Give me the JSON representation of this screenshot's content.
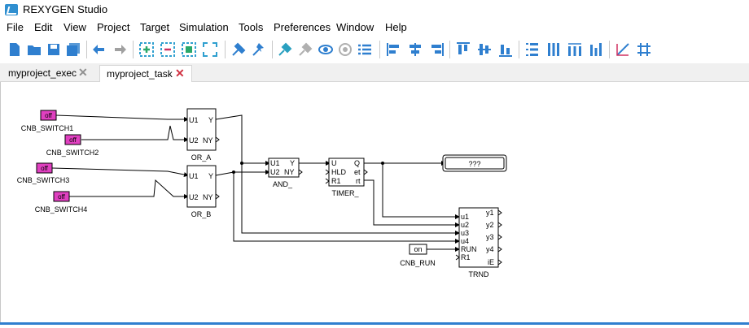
{
  "window": {
    "title": "REXYGEN Studio"
  },
  "menu": [
    "File",
    "Edit",
    "View",
    "Project",
    "Target",
    "Simulation",
    "Tools",
    "Preferences",
    "Window",
    "Help"
  ],
  "tabs": [
    {
      "label": "myproject_exec",
      "active": false
    },
    {
      "label": "myproject_task",
      "active": true
    }
  ],
  "toolbar_icons": [
    "new-icon",
    "open-icon",
    "save-icon",
    "save-all-icon",
    "undo-icon",
    "redo-icon",
    "zoom-in-icon",
    "zoom-out-icon",
    "zoom-fit-icon",
    "fullscreen-icon",
    "compile-icon",
    "download-icon",
    "connect-icon",
    "disconnect-icon",
    "watch-icon",
    "diagnostics-icon",
    "list-icon",
    "align-left-icon",
    "align-center-icon",
    "align-right-icon",
    "align-top-icon",
    "align-middle-icon",
    "align-bottom-icon",
    "distribute-h-icon",
    "distribute-v-icon",
    "space-h-icon",
    "space-v-icon",
    "route-icon",
    "grid-icon"
  ],
  "diagram": {
    "inputs": [
      {
        "value": "off",
        "name": "CNB_SWITCH1"
      },
      {
        "value": "off",
        "name": "CNB_SWITCH2"
      },
      {
        "value": "off",
        "name": "CNB_SWITCH3"
      },
      {
        "value": "off",
        "name": "CNB_SWITCH4"
      },
      {
        "value": "on",
        "name": "CNB_RUN"
      }
    ],
    "blocks": {
      "or_a": {
        "name": "OR_A",
        "in": [
          "U1",
          "U2"
        ],
        "out": [
          "Y",
          "NY"
        ]
      },
      "or_b": {
        "name": "OR_B",
        "in": [
          "U1",
          "U2"
        ],
        "out": [
          "Y",
          "NY"
        ]
      },
      "and": {
        "name": "AND_",
        "in": [
          "U1",
          "U2"
        ],
        "out": [
          "Y",
          "NY"
        ]
      },
      "timer": {
        "name": "TIMER_",
        "in": [
          "U",
          "HLD",
          "R1"
        ],
        "out": [
          "Q",
          "et",
          "rt"
        ]
      },
      "trnd": {
        "name": "TRND",
        "in": [
          "u1",
          "u2",
          "u3",
          "u4",
          "RUN",
          "R1"
        ],
        "out": [
          "y1",
          "y2",
          "y3",
          "y4",
          "iE"
        ]
      }
    },
    "display": {
      "value": "???"
    }
  }
}
